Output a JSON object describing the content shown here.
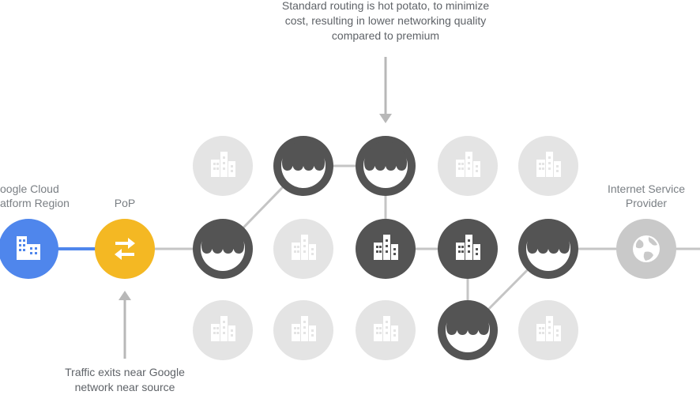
{
  "annotations": {
    "top": {
      "line1": "Standard routing is hot potato, to minimize",
      "line2": "cost, resulting in lower networking quality",
      "line3": "compared to premium"
    },
    "bottom": {
      "line1": "Traffic exits near Google",
      "line2": "network near source"
    }
  },
  "nodes": {
    "gcp": {
      "line1": "oogle Cloud",
      "line2": "atform Region"
    },
    "pop": {
      "label": "PoP"
    },
    "isp": {
      "line1": "Internet Service",
      "line2": "Provider"
    }
  },
  "colors": {
    "gcp_blue": "#4f86ec",
    "pop_yellow": "#f4b823",
    "active_dark": "#545454",
    "inactive_light": "#e4e4e4",
    "isp_gray": "#c9c9c9",
    "line_gray": "#c5c5c5",
    "line_blue": "#4f86ec"
  }
}
